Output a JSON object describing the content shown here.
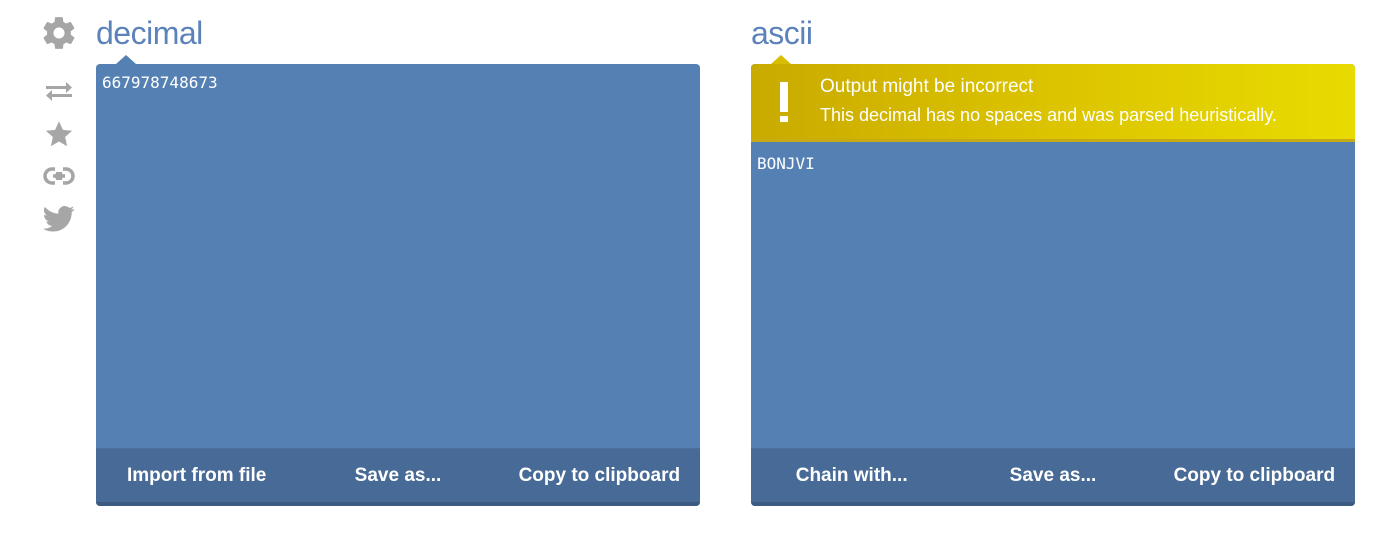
{
  "sidebar": {
    "icons": [
      "gear-icon",
      "swap-icon",
      "star-icon",
      "link-icon",
      "twitter-icon"
    ],
    "icon_color": "#a6a6a6"
  },
  "input_pane": {
    "title": "decimal",
    "content": "667978748673",
    "toolbar": {
      "import_label": "Import from file",
      "save_label": "Save as...",
      "copy_label": "Copy to clipboard"
    }
  },
  "output_pane": {
    "title": "ascii",
    "warning": {
      "title": "Output might be incorrect",
      "message": "This decimal has no spaces and was parsed heuristically."
    },
    "content": "BONJVI",
    "toolbar": {
      "chain_label": "Chain with...",
      "save_label": "Save as...",
      "copy_label": "Copy to clipboard"
    }
  },
  "colors": {
    "heading": "#5b82b9",
    "pane": "#5580b3",
    "toolbar": "#486a96",
    "warning": "#dcc400"
  }
}
